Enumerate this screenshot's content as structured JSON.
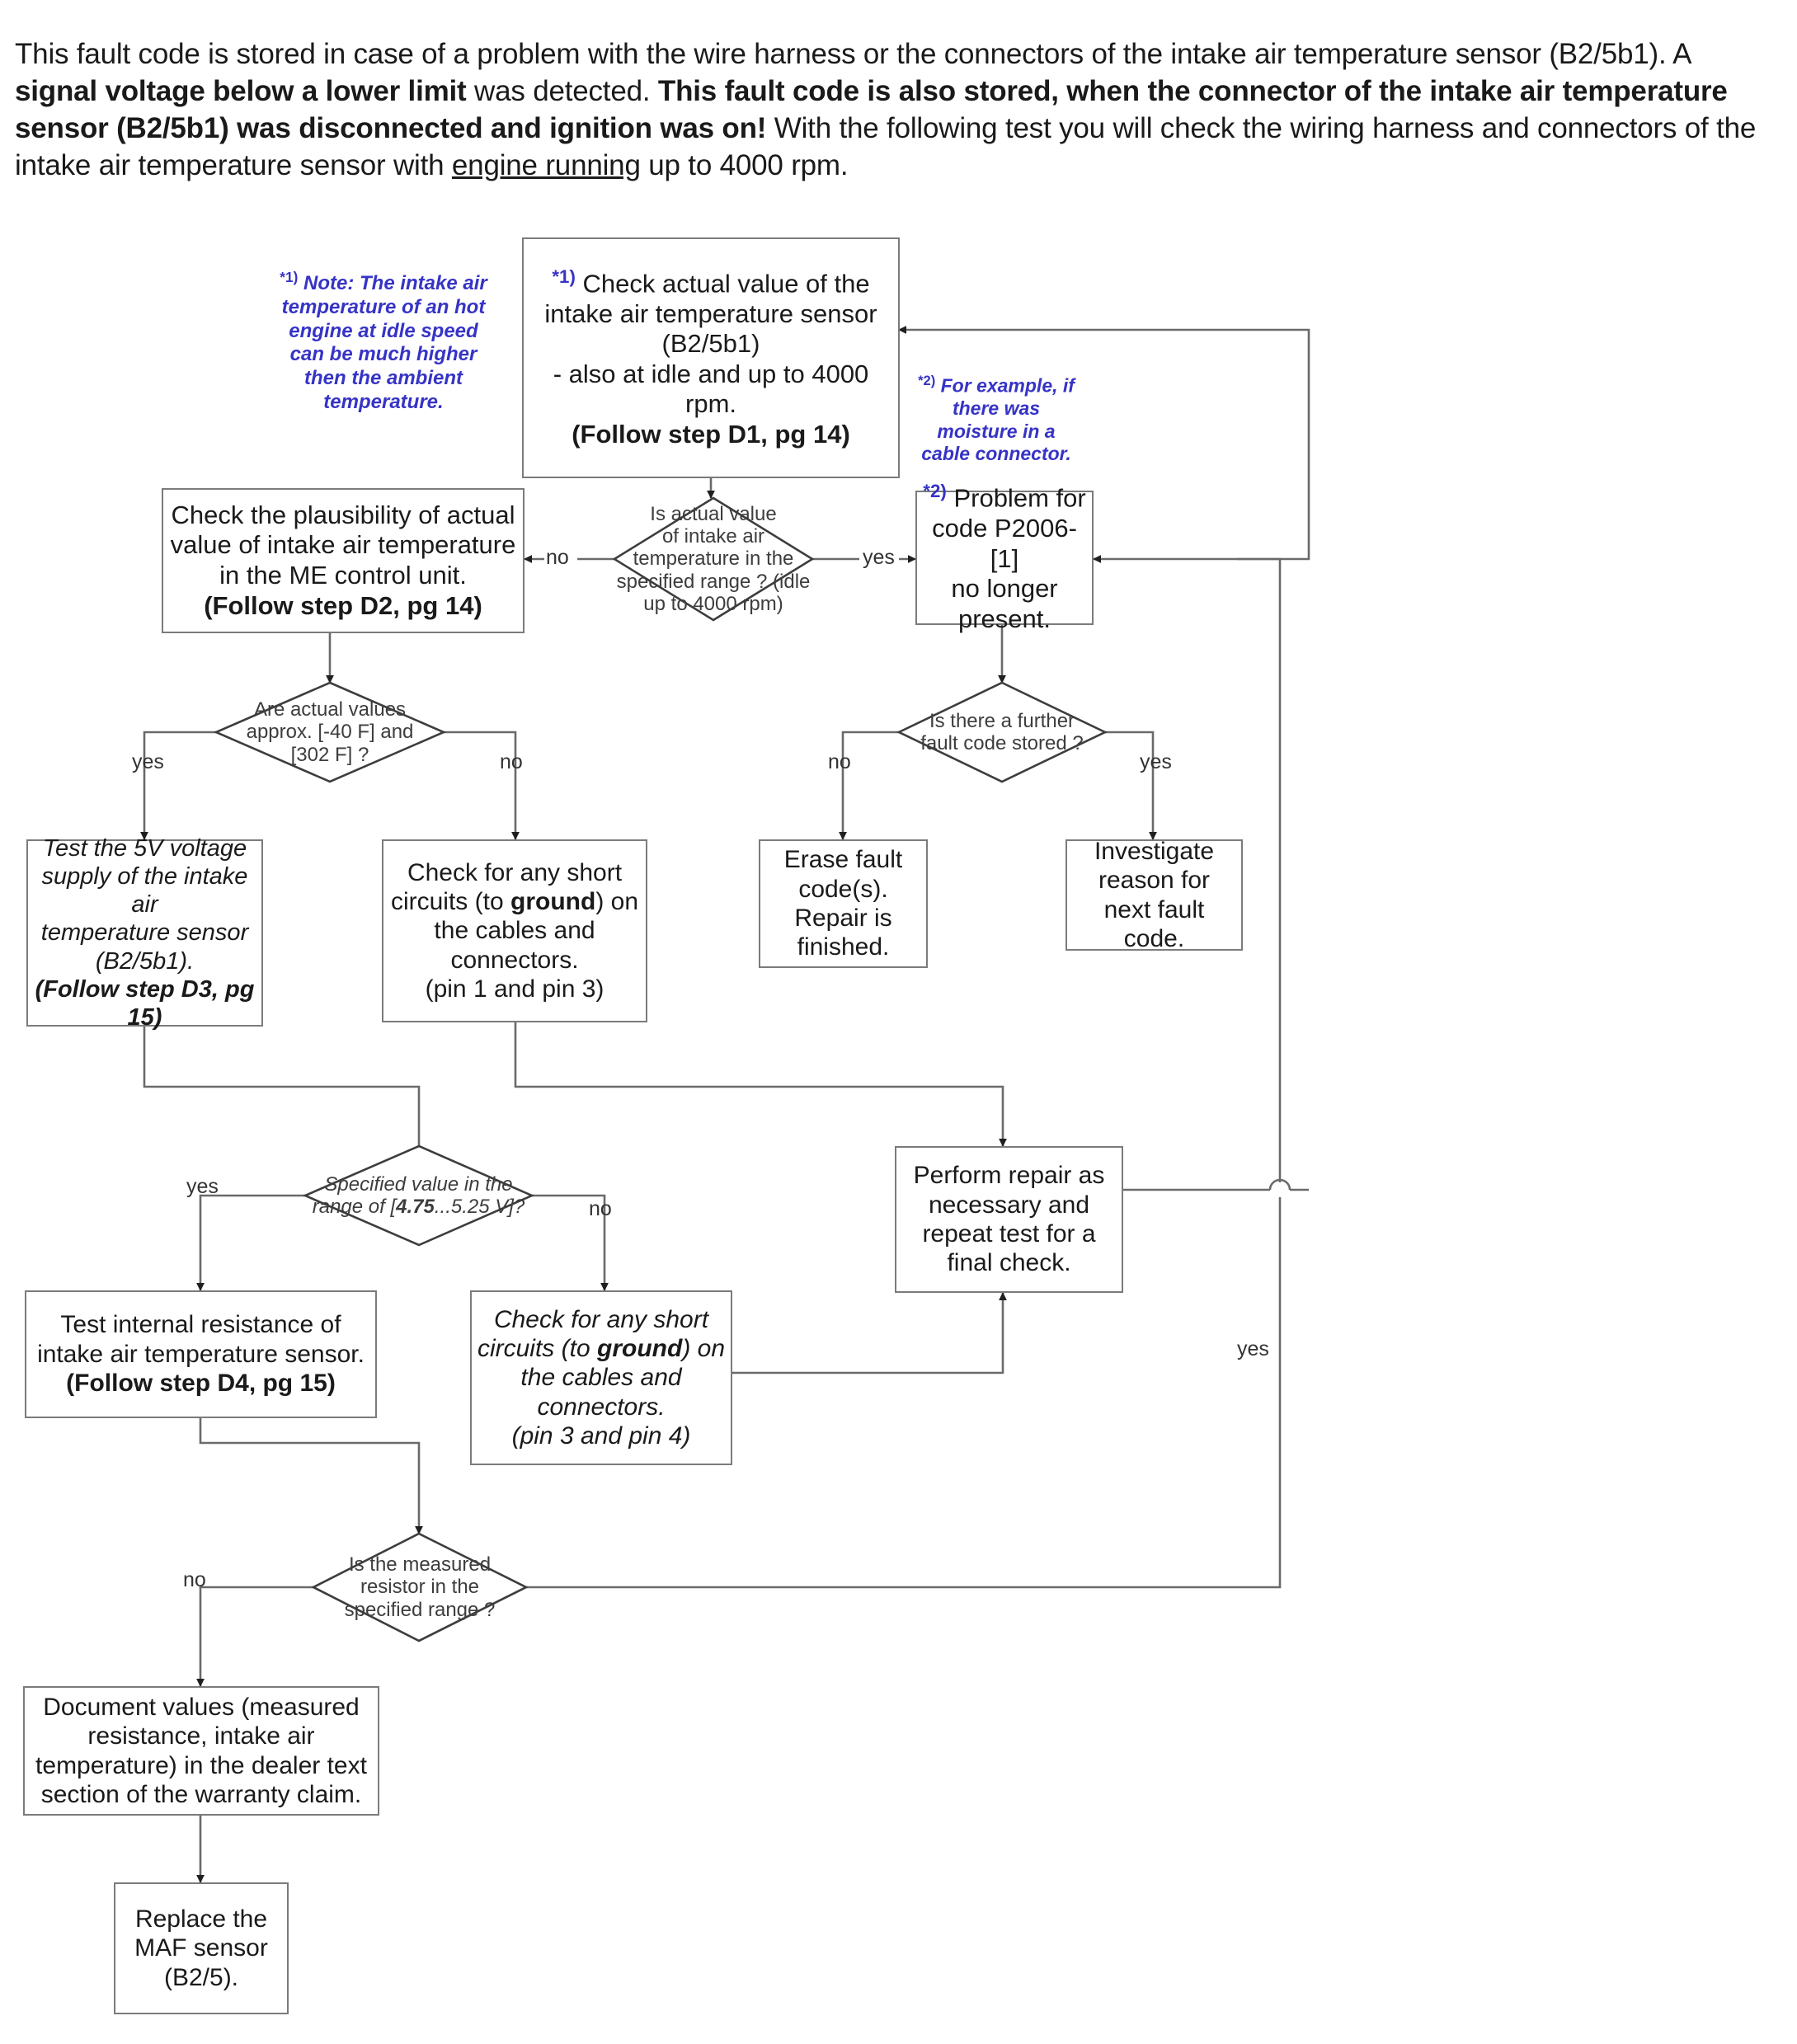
{
  "document": {
    "intro": {
      "s1": "This fault code is stored in case of a problem with the wire harness or the connectors of the intake air temperature sensor (B2/5b1). A ",
      "s2_bold": "signal voltage below a lower limit",
      "s3": " was detected. ",
      "s4_bold": "This fault code is also stored, when the connector of the intake air temperature sensor (B2/5b1) was disconnected and ignition was on!",
      "s5": "  With the following test you will check the wiring harness and connectors of the intake air temperature sensor with ",
      "s6_underline": "engine running",
      "s7": " up to 4000 rpm."
    }
  },
  "notes": {
    "note1": {
      "marker": "*1)",
      "text": "Note: The intake air temperature of an hot engine at idle speed can be much higher then the ambient temperature."
    },
    "note2": {
      "marker": "*2)",
      "text": "For example, if there was moisture in a cable connector."
    }
  },
  "nodes": {
    "check_actual_value": {
      "marker": "*1)",
      "l1": "Check actual value of the",
      "l2": "intake air temperature sensor",
      "l3": "(B2/5b1)",
      "l4": "- also at idle and up to 4000 rpm.",
      "l5": "(Follow step D1, pg 14)"
    },
    "check_plausibility": {
      "l1": "Check the plausibility of actual",
      "l2": "value of intake air temperature",
      "l3": "in the ME control unit.",
      "l4": "(Follow step D2, pg 14)"
    },
    "problem_no_longer": {
      "marker": "*2)",
      "l1": "Problem for",
      "l2": "code P2006-[1]",
      "l3": "no longer",
      "l4": "present."
    },
    "test_5v_supply": {
      "l1": "Test the 5V voltage",
      "l2": "supply of the intake air",
      "l3": "temperature sensor",
      "l4": "(B2/5b1).",
      "l5": "(Follow step D3, pg 15)"
    },
    "short_pin1_pin3": {
      "l1a": "Check for any short",
      "l2a": "circuits (to ",
      "l2b": "ground",
      "l2c": ") on",
      "l3": "the cables and",
      "l4": "connectors.",
      "l5": "(pin 1 and pin 3)"
    },
    "erase_fault_codes": {
      "l1": "Erase fault",
      "l2": "code(s).",
      "l3": "Repair is",
      "l4": "finished."
    },
    "investigate_reason": {
      "l1": "Investigate",
      "l2": "reason for",
      "l3": "next fault code."
    },
    "perform_repair": {
      "l1": "Perform repair as",
      "l2": "necessary and",
      "l3": "repeat test  for a",
      "l4": "final check."
    },
    "test_internal_resistance": {
      "l1": "Test internal resistance of",
      "l2": "intake air temperature sensor.",
      "l3": "(Follow step D4, pg 15)"
    },
    "short_pin3_pin4": {
      "l1a": "Check for any short",
      "l2a": "circuits (to ",
      "l2b": "ground",
      "l2c": ") on",
      "l3": "the cables and",
      "l4": "connectors.",
      "l5": "(pin 3 and pin 4)"
    },
    "document_values": {
      "l1": "Document values (measured",
      "l2": "resistance, intake air",
      "l3": "temperature) in the dealer text",
      "l4": "section of the warranty claim."
    },
    "replace_maf": {
      "l1": "Replace the",
      "l2": "MAF sensor",
      "l3": "(B2/5)."
    }
  },
  "decisions": {
    "actual_value_in_range": {
      "l1": "Is actual value",
      "l2": "of intake air",
      "l3": "temperature in the",
      "l4": "specified range ? (idle",
      "l5": "up to 4000 rpm)"
    },
    "actual_values_approx": {
      "l1": "Are actual values",
      "l2": "approx. [-40 F] and",
      "l3": "[302 F] ?"
    },
    "further_fault_code": {
      "l1": "Is there a further",
      "l2": "fault code stored ?"
    },
    "specified_value_range": {
      "l1": "Specified value in the",
      "l2a": "range of [",
      "l2b": "4.75",
      "l2c": "...5.25 V]?"
    },
    "measured_resistor_range": {
      "l1": "Is the measured",
      "l2": "resistor in the",
      "l3": "specified range ?"
    }
  },
  "edge_labels": {
    "no_1": "no",
    "yes_1": "yes",
    "yes_2": "yes",
    "no_2": "no",
    "no_3": "no",
    "yes_3": "yes",
    "yes_4": "yes",
    "no_4": "no",
    "no_5": "no",
    "yes_5": "yes"
  },
  "colors": {
    "note_blue": "#3633c6",
    "node_border": "#7b7b7b",
    "wire": "#4a4a4a"
  }
}
